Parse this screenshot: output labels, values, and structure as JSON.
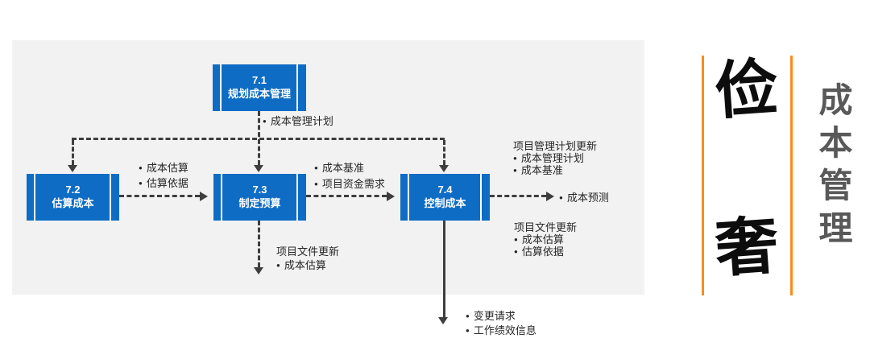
{
  "diagram": {
    "boxes": [
      {
        "number": "7.1",
        "name": "规划成本管理"
      },
      {
        "number": "7.2",
        "name": "估算成本"
      },
      {
        "number": "7.3",
        "name": "制定预算"
      },
      {
        "number": "7.4",
        "name": "控制成本"
      }
    ],
    "labels": {
      "plan_cost_output": "成本管理计划",
      "estimate_outputs": [
        "成本估算",
        "估算依据"
      ],
      "budget_outputs": [
        "成本基准",
        "项目资金需求"
      ],
      "budget_doc_update_header": "项目文件更新",
      "budget_doc_update_items": [
        "成本估算"
      ],
      "control_plan_update_header": "项目管理计划更新",
      "control_plan_update_items": [
        "成本管理计划",
        "成本基准"
      ],
      "forecast_output": "成本预测",
      "control_doc_update_header": "项目文件更新",
      "control_doc_update_items": [
        "成本估算",
        "估算依据"
      ],
      "control_bottom_outputs": [
        "变更请求",
        "工作绩效信息"
      ]
    },
    "colors": {
      "box_blue": "#0E6CC4",
      "panel_gray": "#F2F2F2",
      "line_dark": "#3E3E3E"
    }
  },
  "side_banner": {
    "big_characters": [
      "俭",
      "奢"
    ],
    "vertical_title": "成本管理",
    "accent_orange": "#F78C1E",
    "title_gray": "#595959"
  }
}
